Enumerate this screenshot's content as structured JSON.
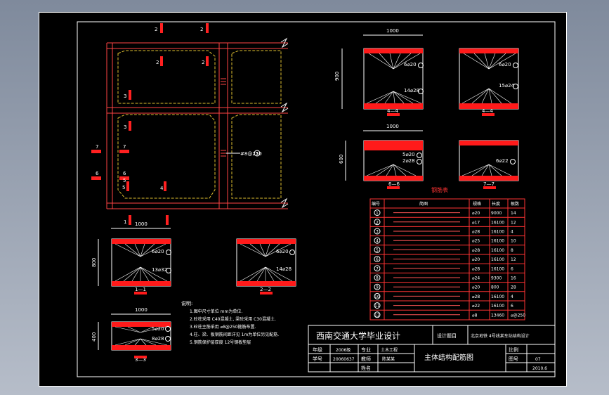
{
  "plan": {
    "beam_callout": "#8@250",
    "beam_callout_no": "7",
    "section_marks": [
      "2",
      "2",
      "2",
      "2",
      "3",
      "3",
      "7",
      "7",
      "6",
      "6",
      "5",
      "5",
      "4",
      "1"
    ]
  },
  "sections": {
    "s44a": {
      "title": "4—4",
      "dim": "1000",
      "height": "900",
      "labels": [
        "6⌀20",
        "14⌀28",
        "1",
        "2"
      ]
    },
    "s44b": {
      "title": "4—4",
      "labels": [
        "6⌀20",
        "15⌀24",
        "3",
        "1"
      ]
    },
    "s66": {
      "title": "6—6",
      "dim": "1000",
      "height": "600",
      "labels": [
        "5⌀20",
        "2⌀28",
        "8",
        "9"
      ]
    },
    "s77": {
      "title": "7—7",
      "labels": [
        "6⌀22",
        "11"
      ]
    },
    "s11": {
      "title": "1—1",
      "dim": "1000",
      "height": "800",
      "labels": [
        "6⌀20",
        "13⌀32",
        "1",
        "2"
      ]
    },
    "s22": {
      "title": "2—2",
      "labels": [
        "6⌀20",
        "14⌀28",
        "1"
      ]
    },
    "s33": {
      "title": "3—3",
      "dim": "1000",
      "height": "400",
      "labels": [
        "5⌀20",
        "8⌀28",
        "5",
        "6"
      ]
    }
  },
  "notes": {
    "heading": "说明:",
    "lines": [
      "1.图中尺寸单位 mm为单位.",
      "2.砼柱采用 C40混凝土, 梁砼采用 C30混凝土.",
      "3.砼柱主筋采用 ⌀8@250箍筋布置.",
      "4.柱、梁、板钢筋间距详见 1m为单位另见配筋.",
      "5.钢筋保护层厚度 12号钢板垫层"
    ]
  },
  "rebar_table": {
    "title": "钢筋表",
    "headers": [
      "编号",
      "简图",
      "规格",
      "长度",
      "根数"
    ],
    "rows": [
      [
        "1",
        "",
        "⌀20",
        "9000",
        "14"
      ],
      [
        "2",
        "",
        "⌀17",
        "16100",
        "12"
      ],
      [
        "3",
        "",
        "⌀28",
        "16100",
        "4"
      ],
      [
        "4",
        "",
        "⌀25",
        "16100",
        "10"
      ],
      [
        "5",
        "",
        "⌀28",
        "16100",
        "8"
      ],
      [
        "6",
        "",
        "⌀20",
        "16100",
        "12"
      ],
      [
        "7",
        "",
        "⌀28",
        "16100",
        "6"
      ],
      [
        "8",
        "",
        "⌀24",
        "9300",
        "16"
      ],
      [
        "9",
        "",
        "⌀20",
        "800",
        "28"
      ],
      [
        "10",
        "",
        "⌀28",
        "16100",
        "4"
      ],
      [
        "11",
        "",
        "⌀22",
        "16100",
        "6"
      ],
      [
        "12",
        "",
        "⌀8",
        "13460",
        "⌀@250"
      ]
    ]
  },
  "title_block": {
    "school": "西南交通大学毕业设计",
    "design_topic_label": "设计题目",
    "design_topic": "北京地铁 4号线某车站结构设计",
    "drawing_name": "主体结构配筋图",
    "grade_label": "年级",
    "grade": "2006级",
    "major_label": "专业",
    "major": "土木工程",
    "scale_label": "比例",
    "student_id_label": "学号",
    "student_id": "20060637",
    "teacher_label": "教师",
    "teacher": "陈某某",
    "drawing_no_label": "图号",
    "drawing_no": "07",
    "name_label": "姓名",
    "date": "2010.6"
  }
}
